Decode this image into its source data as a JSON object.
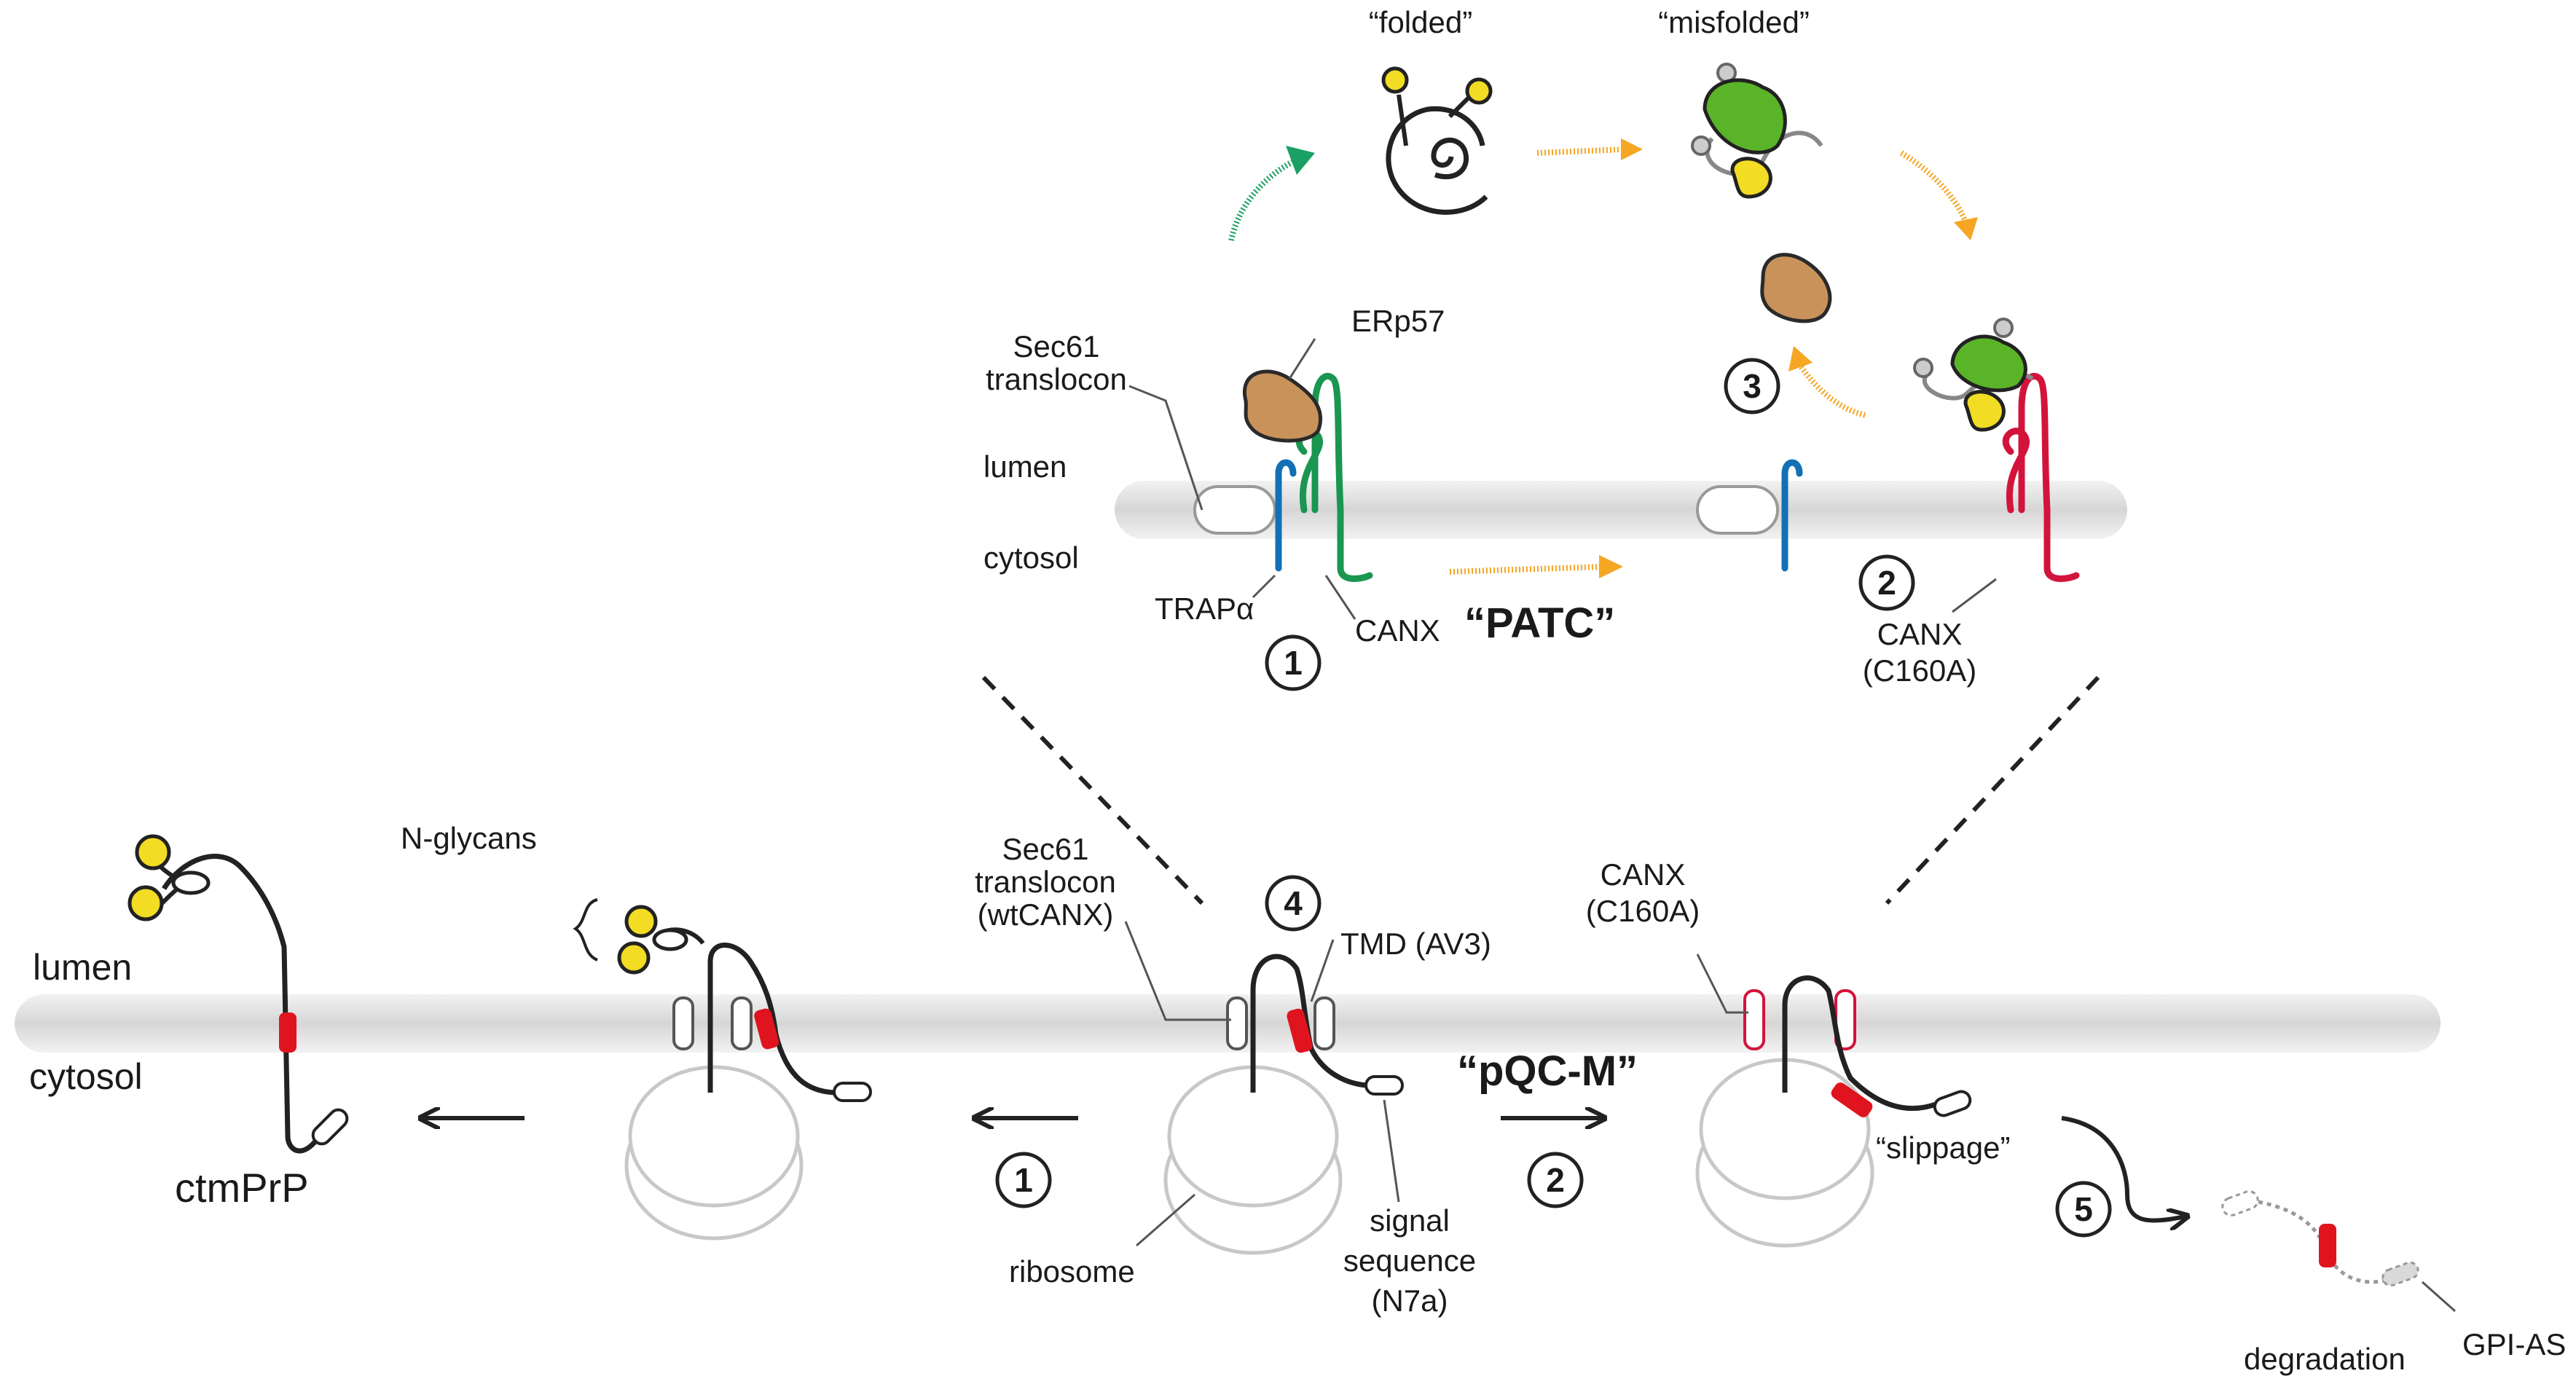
{
  "top_panel": {
    "state_folded": "“folded”",
    "state_misfolded": "“misfolded”",
    "sec61_line1": "Sec61",
    "sec61_line2": "translocon",
    "erp57": "ERp57",
    "lumen": "lumen",
    "cytosol": "cytosol",
    "trap_alpha": "TRAPα",
    "canx": "CANX",
    "patc": "“PATC”",
    "canx_mut_line1": "CANX",
    "canx_mut_line2": "(C160A)",
    "step_1": "1",
    "step_2": "2",
    "step_3": "3"
  },
  "bottom_panel": {
    "lumen": "lumen",
    "cytosol": "cytosol",
    "ctmprp": "ctmPrP",
    "n_glycans": "N-glycans",
    "sec61_line1": "Sec61",
    "sec61_line2": "translocon",
    "sec61_line3": "(wtCANX)",
    "tmd": "TMD (AV3)",
    "ribosome": "ribosome",
    "signal_line1": "signal",
    "signal_line2": "sequence",
    "signal_line3": "(N7a)",
    "pqcm": "“pQC-M”",
    "canx_mut_line1": "CANX",
    "canx_mut_line2": "(C160A)",
    "slippage": "“slippage”",
    "degradation": "degradation",
    "gpi_as": "GPI-AS",
    "step_1": "1",
    "step_2": "2",
    "step_4": "4",
    "step_5": "5"
  },
  "colors": {
    "membrane": "#d9d9d9",
    "glycan_yellow": "#f2dc24",
    "tmd_red": "#e0141e",
    "canx_green": "#1a9650",
    "canx_mut_red": "#d2143c",
    "trap_blue": "#1470b4",
    "erp57_brown": "#c8925a",
    "orange_arrow": "#f5a623",
    "green_arrow": "#1aa064",
    "misfold_green": "#5ab428",
    "ribosome_gray": "#c8c8c8"
  }
}
